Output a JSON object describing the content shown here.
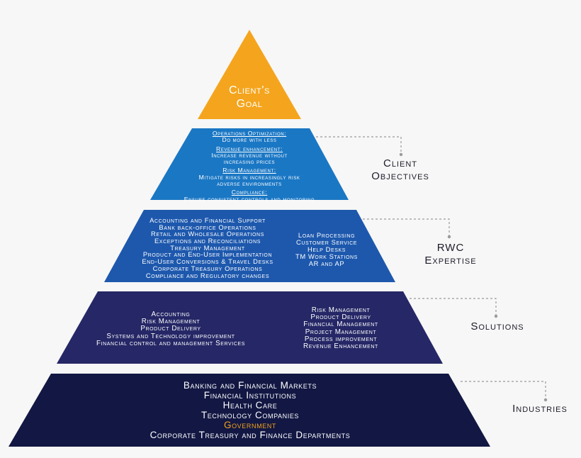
{
  "apex": {
    "line1": "Client's",
    "line2": "Goal",
    "color": "#f4a51d"
  },
  "tiers": {
    "objectives": {
      "color": "#1a77c4",
      "items": [
        {
          "heading": "Operations Optimization:",
          "text": "Do more with less"
        },
        {
          "heading": "Revenue enhancement:",
          "text": "Increase revenue without",
          "text2": "increasing prices"
        },
        {
          "heading": "Risk Management:",
          "text": "Mitigate risks in increasingly risk",
          "text2": "adverse environments"
        },
        {
          "heading": "Compliance:",
          "text": "Ensure consistent controls and monitoring"
        }
      ]
    },
    "expertise": {
      "color": "#1d58ad",
      "left": [
        "Accounting and Financial Support",
        "Bank back-office Operations",
        "Retail and Wholesale Operations",
        "Exceptions and Reconciliations",
        "Treasury Management",
        "Product and End-User Implementation",
        "End-User Conversions & Travel Desks",
        "Corporate Treasury Operations",
        "Compliance and Regulatory changes"
      ],
      "right": [
        "Loan Processing",
        "Customer Service",
        "Help Desks",
        "TM Work Stations",
        "AR and AP"
      ]
    },
    "solutions": {
      "color": "#252766",
      "left": [
        "Accounting",
        "Risk Management",
        "Product Delivery",
        "Systems and Technology improvement",
        "Financial control and management Services"
      ],
      "right": [
        "Risk Management",
        "Product Delivery",
        "Financial Management",
        "Project Management",
        "Process improvement",
        "Revenue Enhancement"
      ]
    },
    "industries": {
      "color": "#121743",
      "items": [
        "Banking and Financial Markets",
        "Financial Institutions",
        "Health Care",
        "Technology Companies",
        "Government",
        "Corporate Treasury and Finance Departments"
      ],
      "highlight_color": "#f2a31b"
    }
  },
  "labels": {
    "objectives_1": "Client",
    "objectives_2": "Objectives",
    "expertise_1": "RWC",
    "expertise_2": "Expertise",
    "solutions": "Solutions",
    "industries": "Industries"
  },
  "connector_color": "#9a9a9a"
}
